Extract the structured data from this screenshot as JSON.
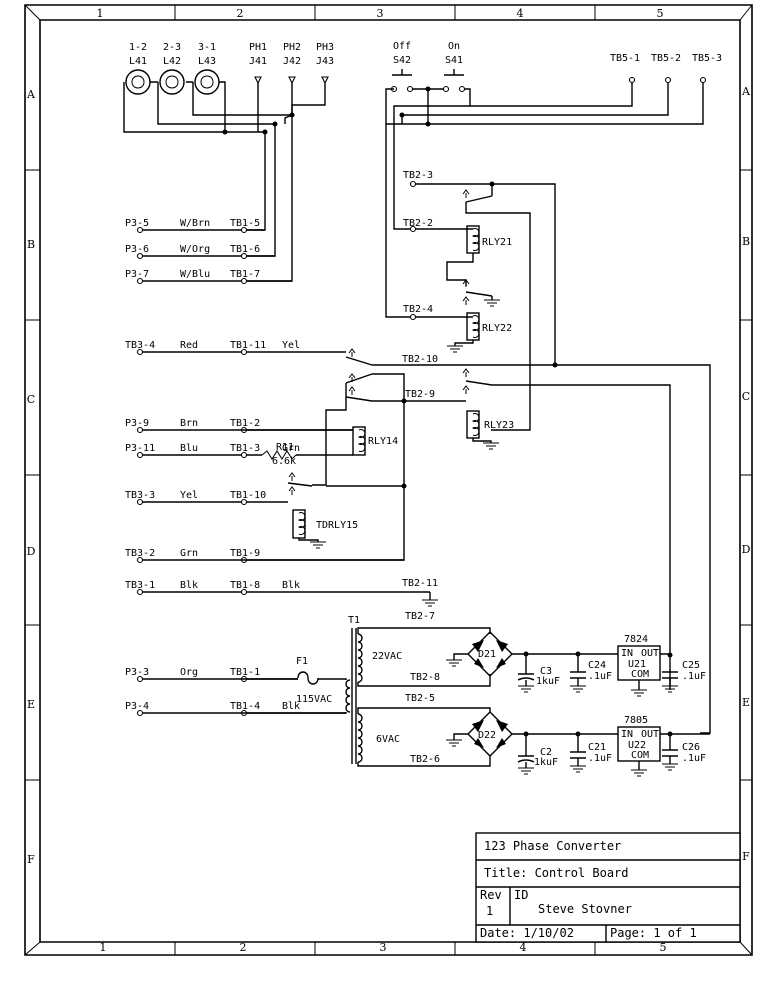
{
  "frame": {
    "columns": [
      "1",
      "2",
      "3",
      "4",
      "5"
    ],
    "rows": [
      "A",
      "B",
      "C",
      "D",
      "E",
      "F"
    ]
  },
  "title_block": {
    "project": "123 Phase Converter",
    "title": "Title: Control Board",
    "rev_label": "Rev",
    "rev": "1",
    "id_label": "ID",
    "author": "Steve Stovner",
    "date": "Date: 1/10/02",
    "page": "Page: 1 of 1"
  },
  "lamps": [
    {
      "phase": "1-2",
      "name": "L41"
    },
    {
      "phase": "2-3",
      "name": "L42"
    },
    {
      "phase": "3-1",
      "name": "L43"
    }
  ],
  "jacks": [
    {
      "phase": "PH1",
      "name": "J41"
    },
    {
      "phase": "PH2",
      "name": "J42"
    },
    {
      "phase": "PH3",
      "name": "J43"
    }
  ],
  "switches": {
    "off_label": "Off",
    "off_name": "S42",
    "on_label": "On",
    "on_name": "S41"
  },
  "tb5": [
    "TB5-1",
    "TB5-2",
    "TB5-3"
  ],
  "tb2": {
    "t3": "TB2-3",
    "t2": "TB2-2",
    "t4": "TB2-4",
    "t10": "TB2-10",
    "t9": "TB2-9",
    "t11": "TB2-11",
    "t7": "TB2-7",
    "t8": "TB2-8",
    "t5": "TB2-5",
    "t6": "TB2-6"
  },
  "relays": {
    "rly21": "RLY21",
    "rly22": "RLY22",
    "rly23": "RLY23",
    "rly14": "RLY14",
    "tdrly15": "TDRLY15"
  },
  "wires": [
    {
      "from": "P3-5",
      "color": "W/Brn",
      "to": "TB1-5",
      "extra": ""
    },
    {
      "from": "P3-6",
      "color": "W/Org",
      "to": "TB1-6",
      "extra": ""
    },
    {
      "from": "P3-7",
      "color": "W/Blu",
      "to": "TB1-7",
      "extra": ""
    },
    {
      "from": "TB3-4",
      "color": "Red",
      "to": "TB1-11",
      "extra": "Yel"
    },
    {
      "from": "P3-9",
      "color": "Brn",
      "to": "TB1-2",
      "extra": ""
    },
    {
      "from": "P3-11",
      "color": "Blu",
      "to": "TB1-3",
      "extra": "Grn"
    },
    {
      "from": "TB3-3",
      "color": "Yel",
      "to": "TB1-10",
      "extra": ""
    },
    {
      "from": "TB3-2",
      "color": "Grn",
      "to": "TB1-9",
      "extra": ""
    },
    {
      "from": "TB3-1",
      "color": "Blk",
      "to": "TB1-8",
      "extra": "Blk"
    },
    {
      "from": "P3-3",
      "color": "Org",
      "to": "TB1-1",
      "extra": ""
    },
    {
      "from": "P3-4",
      "color": "",
      "to": "TB1-4",
      "extra": "Blk"
    }
  ],
  "resistor": {
    "name": "R11",
    "value": "6.6k"
  },
  "fuse": {
    "name": "F1"
  },
  "transformer": {
    "name": "T1",
    "primary": "115VAC",
    "sec_top": "22VAC",
    "sec_bottom": "6VAC"
  },
  "bridges": {
    "top": "D21",
    "bottom": "D22"
  },
  "caps": {
    "c3": "C3",
    "c3v": "1kuF",
    "c24": "C24",
    "c24v": ".1uF",
    "c25": "C25",
    "c25v": ".1uF",
    "c2": "C2",
    "c2v": "1kuF",
    "c21": "C21",
    "c21v": ".1uF",
    "c26": "C26",
    "c26v": ".1uF"
  },
  "regulators": {
    "top": {
      "part": "7824",
      "name": "U21"
    },
    "bottom": {
      "part": "7805",
      "name": "U22"
    },
    "in": "IN",
    "out": "OUT",
    "com": "COM"
  }
}
